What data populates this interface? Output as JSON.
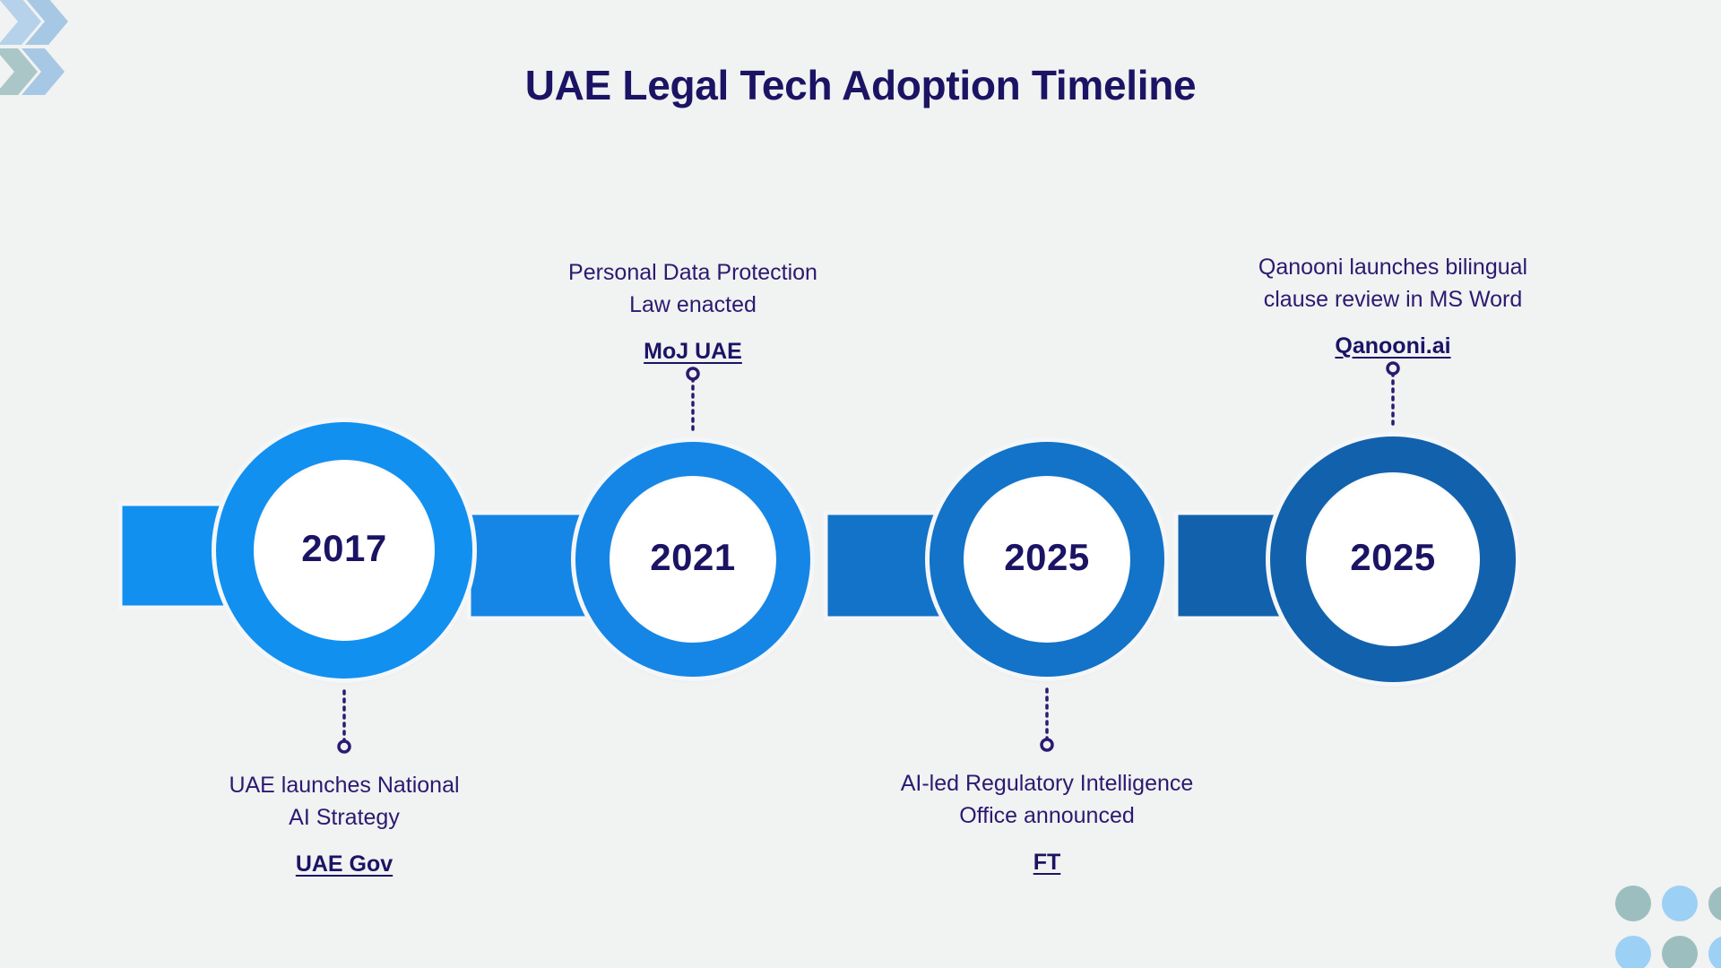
{
  "title": "UAE Legal Tech Adoption Timeline",
  "theme": {
    "background": "#f1f2f2",
    "title_color": "#1b1464",
    "text_color": "#2b1a70",
    "link_color": "#1b1464",
    "decor_chevron_colors": [
      "#8ab8e0",
      "#9ec6e8",
      "#8fb6b6"
    ],
    "decor_dot_colors": [
      "#8fb6b6",
      "#8ecbf5"
    ]
  },
  "chart_data": {
    "type": "timeline",
    "title": "UAE Legal Tech Adoption Timeline",
    "orientation": "horizontal",
    "milestones": [
      {
        "year": "2017",
        "description": "UAE launches National\nAI Strategy",
        "source": "UAE Gov",
        "label_position": "below",
        "ring_color": "#1190f0",
        "arrow_color": "#1190f0"
      },
      {
        "year": "2021",
        "description": "Personal Data Protection\nLaw enacted",
        "source": "MoJ UAE",
        "label_position": "above",
        "ring_color": "#1586e6",
        "arrow_color": "#1586e6"
      },
      {
        "year": "2025",
        "description": "AI-led Regulatory Intelligence\nOffice announced",
        "source": "FT",
        "label_position": "below",
        "ring_color": "#1273c8",
        "arrow_color": "#1273c8"
      },
      {
        "year": "2025",
        "description": "Qanooni launches bilingual\nclause review in MS Word",
        "source": "Qanooni.ai",
        "label_position": "above",
        "ring_color": "#1261ad",
        "arrow_color": "#1261ad"
      }
    ]
  }
}
